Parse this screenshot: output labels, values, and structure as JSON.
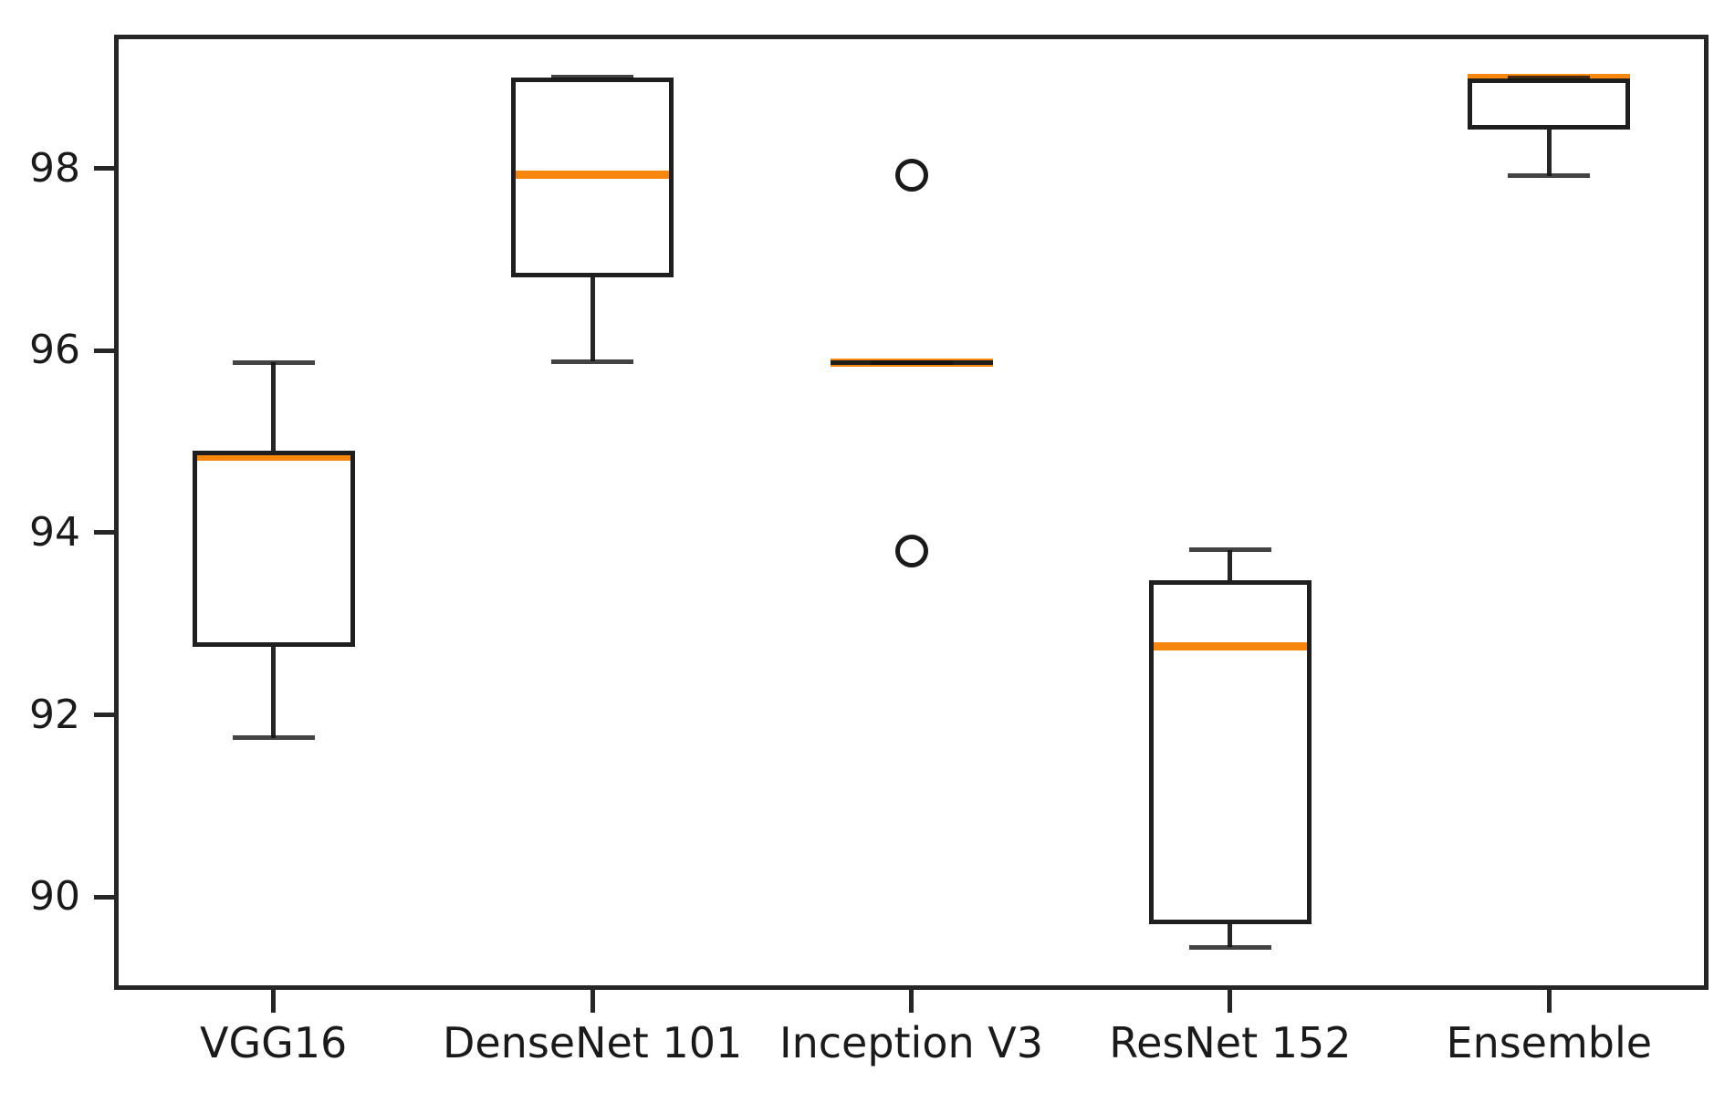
{
  "figure": {
    "background": "#ffffff"
  },
  "chart_data": {
    "type": "box",
    "title": "",
    "xlabel": "",
    "ylabel": "",
    "grid": false,
    "legend": null,
    "categories": [
      "VGG16",
      "DenseNet 101",
      "Inception V3",
      "ResNet 152",
      "Ensemble"
    ],
    "series": [
      {
        "name": "VGG16",
        "whislo": 91.75,
        "q1": 92.75,
        "med": 94.84,
        "q3": 94.9,
        "whishi": 95.87,
        "fliers": []
      },
      {
        "name": "DenseNet 101",
        "whislo": 95.88,
        "q1": 96.8,
        "med": 97.93,
        "q3": 99.0,
        "whishi": 99.0,
        "fliers": []
      },
      {
        "name": "Inception V3",
        "whislo": 95.87,
        "q1": 95.87,
        "med": 95.87,
        "q3": 95.87,
        "whishi": 95.87,
        "fliers": [
          97.93,
          93.8
        ]
      },
      {
        "name": "ResNet 152",
        "whislo": 89.45,
        "q1": 89.7,
        "med": 92.75,
        "q3": 93.48,
        "whishi": 93.81,
        "fliers": []
      },
      {
        "name": "Ensemble",
        "whislo": 97.92,
        "q1": 98.43,
        "med": 98.99,
        "q3": 98.99,
        "whishi": 98.99,
        "fliers": []
      }
    ],
    "yticks": [
      90,
      92,
      94,
      96,
      98
    ],
    "ylim": [
      88.98,
      99.47
    ],
    "colors": {
      "median": "#f7860e",
      "box_line": "#1f1f1f",
      "spine": "#262626",
      "tick_label": "#1a1a1a"
    }
  }
}
